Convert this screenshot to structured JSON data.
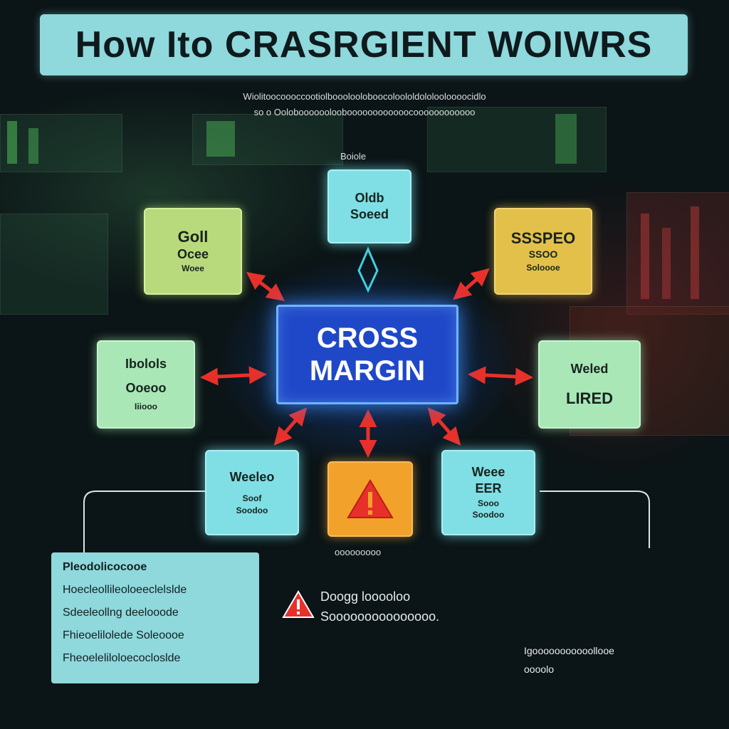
{
  "title": "How Ito CRASRGIENT WOIWRS",
  "subtitle_lines": [
    "Wiolitoocoooccootiolbooolooloboocoloololdololooloooocidlo",
    "so o Ooloboooooolooboooooooooooocoooooooooooo"
  ],
  "center": {
    "line1": "CROSS",
    "line2": "MARGIN",
    "color": "#1f48c8"
  },
  "top_caption": "Boiole",
  "nodes": {
    "top": {
      "l1": "Oldb",
      "l2": "Soeed",
      "color": "#7fdfe4"
    },
    "top_left": {
      "l1": "Goll",
      "l2": "Ocee",
      "l3": "Woee",
      "color": "#b9da7c"
    },
    "top_right": {
      "l1": "SSSPEO",
      "l2": "SSOO",
      "l3": "Soloooe",
      "color": "#e3c04a"
    },
    "mid_left": {
      "l1": "Ibolols",
      "l2": "Ooeoo",
      "l3": "Iiiooo",
      "color": "#a9e7b6"
    },
    "mid_right": {
      "l1": "Weled",
      "l2": "LIRED",
      "color": "#a9e7b6"
    },
    "bottom_left": {
      "l1": "Weeleo",
      "l2": "Soof",
      "l3": "Soodoo",
      "color": "#7fdfe4"
    },
    "bottom_center": {
      "icon": "warning-icon",
      "color": "#f2a12a"
    },
    "bottom_right": {
      "l1": "Weee",
      "l2": "EER",
      "l3": "Sooo",
      "l4": "Soodoo",
      "color": "#7fdfe4"
    }
  },
  "bottom_caption": "ooooooooo",
  "info_box": {
    "header": "Pleodolicocooe",
    "rows": [
      "Hoecleollileoloeeclelslde",
      "Sdeeleollng  deelooode",
      "Fhieoelilolede Soleoooe",
      "Fheoeleliloloecocloslde"
    ]
  },
  "warning": {
    "line1": "Doogg  looooloo",
    "line2": "Sooooooooooooooo."
  },
  "footer": {
    "line1": "Igooooooooooollooe",
    "line2": "oooolo"
  },
  "colors": {
    "arrow": "#e8302a",
    "banner": "#8fd8dc",
    "connector": "#d8e6e6",
    "vertical_link": "#3fd0e0"
  }
}
